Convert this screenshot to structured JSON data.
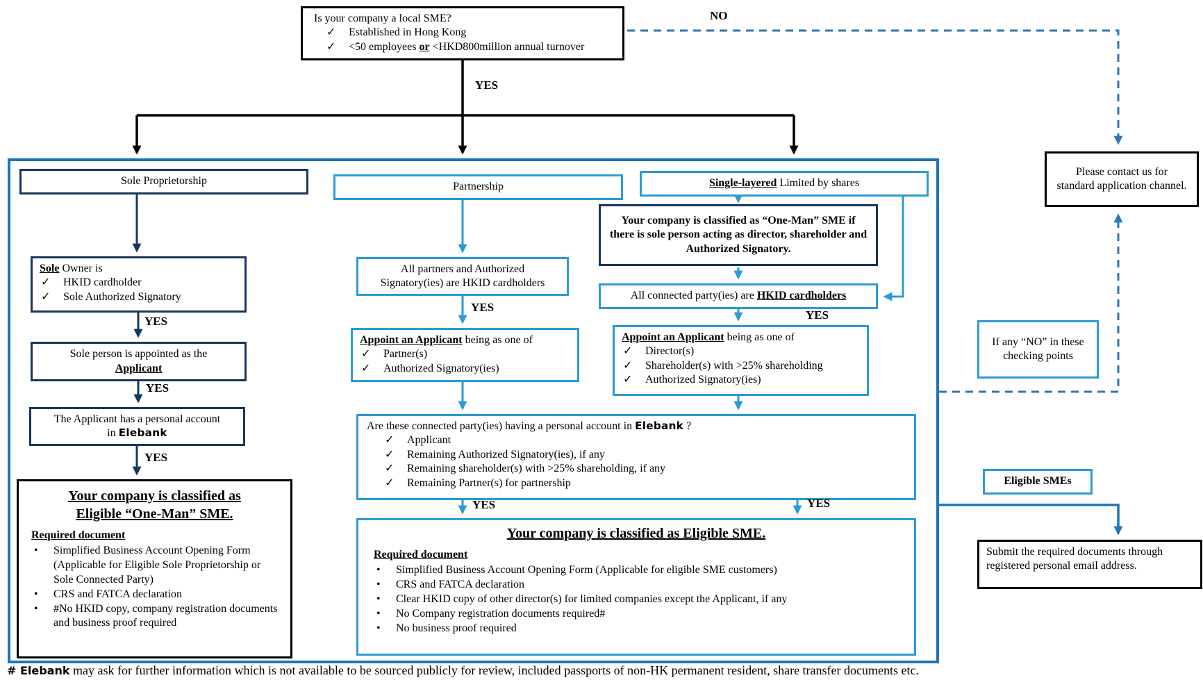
{
  "icons": {
    "check": "✓",
    "bullet": "•"
  },
  "labels": {
    "yes": "YES",
    "no": "NO"
  },
  "top_question": {
    "title": "Is your company a local SME?",
    "check1": "Established in Hong Kong",
    "check2_pre": "<50 employees ",
    "check2_mid": "or",
    "check2_post": " <HKD800million annual turnover"
  },
  "headers": {
    "sole": "Sole Proprietorship",
    "partnership": "Partnership",
    "single_u": "Single-layered",
    "single_rest": " Limited by shares"
  },
  "sole": {
    "owner_u": "Sole",
    "owner_rest": " Owner is",
    "owner_checks": [
      "HKID cardholder",
      "Sole Authorized Signatory"
    ],
    "appointed_line1": "Sole person is appointed as the",
    "appointed_line2": "Applicant",
    "account_line1": "The Applicant has a personal account",
    "account_pre": "in ",
    "brand": "Elebank",
    "final": {
      "title1": "Your company is classified as",
      "title2": "Eligible “One-Man” SME.",
      "required": "Required document",
      "bullets": [
        "Simplified Business Account Opening Form (Applicable for Eligible Sole Proprietorship or Sole Connected Party)",
        "CRS and FATCA declaration",
        "#No HKID copy, company registration documents and business proof required"
      ]
    }
  },
  "partnership": {
    "cardholders": "All partners and Authorized Signatory(ies) are HKID cardholders",
    "appoint_u": "Appoint an Applicant",
    "appoint_rest": " being as one of",
    "appoint_checks": [
      "Partner(s)",
      "Authorized Signatory(ies)"
    ]
  },
  "single": {
    "oneman_note": "Your company is classified as “One-Man” SME if there is sole person acting as director, shareholder and Authorized Signatory.",
    "connected_pre": "All connected party(ies) are ",
    "connected_u": "HKID cardholders",
    "appoint_u": "Appoint an Applicant",
    "appoint_rest": " being as one of",
    "appoint_checks": [
      "Director(s)",
      "Shareholder(s) with >25% shareholding",
      "Authorized Signatory(ies)"
    ]
  },
  "personal_account": {
    "q_pre": "Are these connected party(ies) having a personal account in ",
    "brand": "Elebank",
    "q_post": " ?",
    "checks": [
      "Applicant",
      "Remaining Authorized Signatory(ies), if any",
      "Remaining shareholder(s) with >25% shareholding, if any",
      "Remaining Partner(s) for partnership"
    ]
  },
  "eligible_final": {
    "title": "Your company is classified as Eligible SME.",
    "required": "Required document",
    "bullets": [
      "Simplified Business Account Opening Form (Applicable for eligible SME customers)",
      "CRS and FATCA declaration",
      "Clear HKID copy of other director(s) for limited companies except the Applicant, if any",
      "No Company registration documents required#",
      "No business proof required"
    ]
  },
  "side": {
    "contact": "Please contact us for standard application channel.",
    "if_no": "If any “NO” in these checking points",
    "eligible_smes": "Eligible SMEs",
    "submit": "Submit the required documents through registered personal email address."
  },
  "footnote": {
    "prefix": "# ",
    "brand": "Elebank",
    "text": " may ask for further information which is not available to be sourced publicly for review, included passports of non-HK permanent resident, share transfer documents etc."
  }
}
